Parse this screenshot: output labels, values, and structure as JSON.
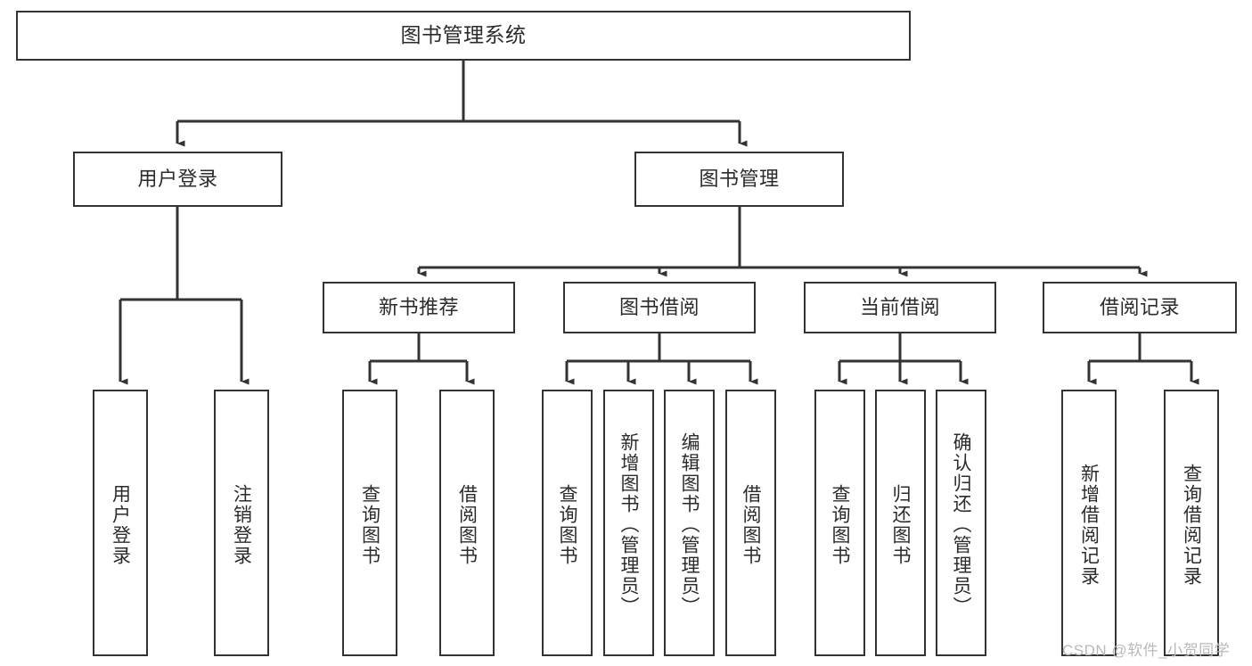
{
  "diagram": {
    "title": "图书管理系统",
    "type": "tree-hierarchy-chart",
    "watermark": "CSDN @软件_小贺同学",
    "colors": {
      "box_border": "#333333",
      "box_fill": "#ffffff",
      "edge": "#333333",
      "text": "#2b2b2b",
      "watermark": "#b9b9b9",
      "background": "#ffffff"
    },
    "nodes": {
      "root": {
        "label": "图书管理系统"
      },
      "level2": [
        {
          "id": "user-login",
          "label": "用户登录"
        },
        {
          "id": "book-management",
          "label": "图书管理"
        }
      ],
      "level3": [
        {
          "id": "new-book-recommend",
          "label": "新书推荐"
        },
        {
          "id": "book-borrow",
          "label": "图书借阅"
        },
        {
          "id": "current-borrow",
          "label": "当前借阅"
        },
        {
          "id": "borrow-record",
          "label": "借阅记录"
        }
      ],
      "leaves": {
        "user_login": [
          {
            "id": "leaf-user-login",
            "label": "用户登录"
          },
          {
            "id": "leaf-logout-login",
            "label": "注销登录"
          }
        ],
        "new_book_recommend": [
          {
            "id": "leaf-query-book-1",
            "label": "查询图书"
          },
          {
            "id": "leaf-borrow-book-1",
            "label": "借阅图书"
          }
        ],
        "book_borrow": [
          {
            "id": "leaf-query-book-2",
            "label": "查询图书"
          },
          {
            "id": "leaf-add-book",
            "label": "新增图书（管理员）"
          },
          {
            "id": "leaf-edit-book",
            "label": "编辑图书（管理员）"
          },
          {
            "id": "leaf-borrow-book-2",
            "label": "借阅图书"
          }
        ],
        "current_borrow": [
          {
            "id": "leaf-query-book-3",
            "label": "查询图书"
          },
          {
            "id": "leaf-return-book",
            "label": "归还图书"
          },
          {
            "id": "leaf-confirm-return",
            "label": "确认归还（管理员）"
          }
        ],
        "borrow_record": [
          {
            "id": "leaf-add-record",
            "label": "新增借阅记录"
          },
          {
            "id": "leaf-query-record",
            "label": "查询借阅记录"
          }
        ]
      }
    }
  }
}
